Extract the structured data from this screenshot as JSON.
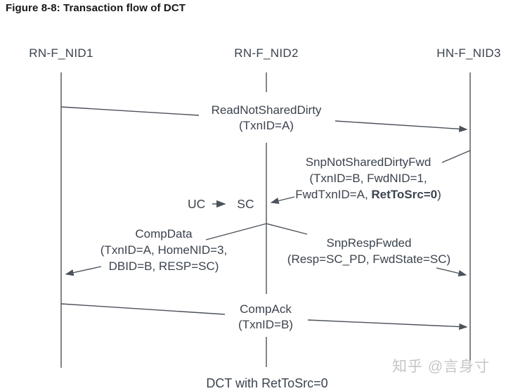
{
  "figure": {
    "title": "Figure 8-8: Transaction flow of DCT",
    "caption": "DCT with RetToSrc=0",
    "watermark": "知乎 @言身寸"
  },
  "lifelines": [
    {
      "label": "RN-F_NID1"
    },
    {
      "label": "RN-F_NID2"
    },
    {
      "label": "HN-F_NID3"
    }
  ],
  "messages": {
    "read": {
      "line1": "ReadNotSharedDirty",
      "line2": "(TxnID=A)",
      "from": "RN-F_NID1",
      "to": "HN-F_NID3"
    },
    "snoop": {
      "line1": "SnpNotSharedDirtyFwd",
      "line2": "(TxnID=B, FwdNID=1,",
      "line3_pre": "FwdTxnID=A, ",
      "line3_bold": "RetToSrc=0",
      "line3_post": ")",
      "from": "HN-F_NID3",
      "to": "RN-F_NID2"
    },
    "compdata": {
      "line1": "CompData",
      "line2": "(TxnID=A, HomeNID=3,",
      "line3": "DBID=B, RESP=SC)",
      "from": "RN-F_NID2",
      "to": "RN-F_NID1"
    },
    "snpresp": {
      "line1": "SnpRespFwded",
      "line2": "(Resp=SC_PD, FwdState=SC)",
      "from": "RN-F_NID2",
      "to": "HN-F_NID3"
    },
    "compack": {
      "line1": "CompAck",
      "line2": "(TxnID=B)",
      "from": "RN-F_NID1",
      "to": "HN-F_NID3"
    }
  },
  "state_change": {
    "from": "UC",
    "to": "SC"
  },
  "colors": {
    "line": "#4c525a",
    "text": "#3b434d",
    "title": "#15171a",
    "watermark": "#c6c6c6"
  }
}
